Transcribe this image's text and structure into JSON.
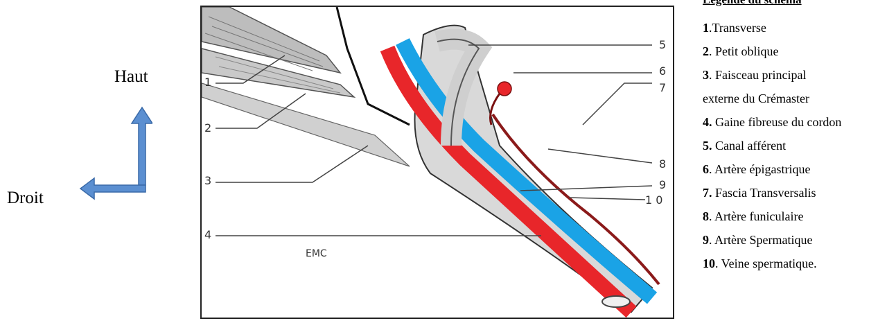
{
  "orientation": {
    "up_label": "Haut",
    "right_label": "Droit",
    "arrow_color": "#4f7fbf"
  },
  "figure": {
    "numbers": [
      "1",
      "2",
      "3",
      "4",
      "5",
      "6",
      "7",
      "8",
      "9",
      "1 0"
    ],
    "watermark": "EMC",
    "colors": {
      "artery": "#e8262a",
      "vein": "#1aa3e6",
      "sheath": "#d9d9d9"
    }
  },
  "legend": {
    "title": "Légende du schéma",
    "items": [
      {
        "num": "1",
        "text": ".Transverse"
      },
      {
        "num": "2",
        "text": ". Petit oblique"
      },
      {
        "num": "3",
        "text": ". Faisceau principal"
      },
      {
        "num": "",
        "text": "externe du Crémaster"
      },
      {
        "num": "4.",
        "text": " Gaine fibreuse du cordon"
      },
      {
        "num": "5.",
        "text": " Canal afférent"
      },
      {
        "num": "6",
        "text": ". Artère épigastrique"
      },
      {
        "num": "7.",
        "text": " Fascia Transversalis"
      },
      {
        "num": "8",
        "text": ". Artère funiculaire"
      },
      {
        "num": "9",
        "text": ".  Artère Spermatique"
      },
      {
        "num": "10",
        "text": ". Veine spermatique."
      }
    ]
  }
}
